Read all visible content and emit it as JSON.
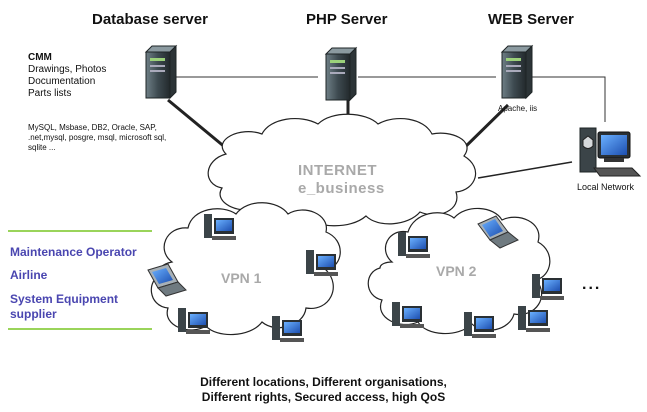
{
  "servers": {
    "database": "Database server",
    "php": "PHP Server",
    "web": "WEB Server"
  },
  "db_content": {
    "cmm": "CMM",
    "lines": [
      "Drawings, Photos",
      "Documentation",
      "Parts lists"
    ]
  },
  "db_tech": [
    "MySQL, Msbase, DB2, Oracle, SAP,",
    ".net,mysql, posgre, msql, microsoft sql,",
    "sqlite ..."
  ],
  "web_tech": "Apache, iis",
  "local_network": "Local Network",
  "internet": {
    "line1": "INTERNET",
    "line2": "e_business"
  },
  "vpn1": "VPN 1",
  "vpn2": "VPN 2",
  "ellipsis": "...",
  "actors": [
    "Maintenance Operator",
    "Airline",
    "System Equipment",
    "supplier"
  ],
  "footer": {
    "line1": "Different locations,  Different organisations,",
    "line2": "Different rights,  Secured access,  high QoS"
  },
  "colors": {
    "actor_text": "#4a46b0",
    "separator": "#9ad45a",
    "cloud_text": "#a9a9a9"
  }
}
